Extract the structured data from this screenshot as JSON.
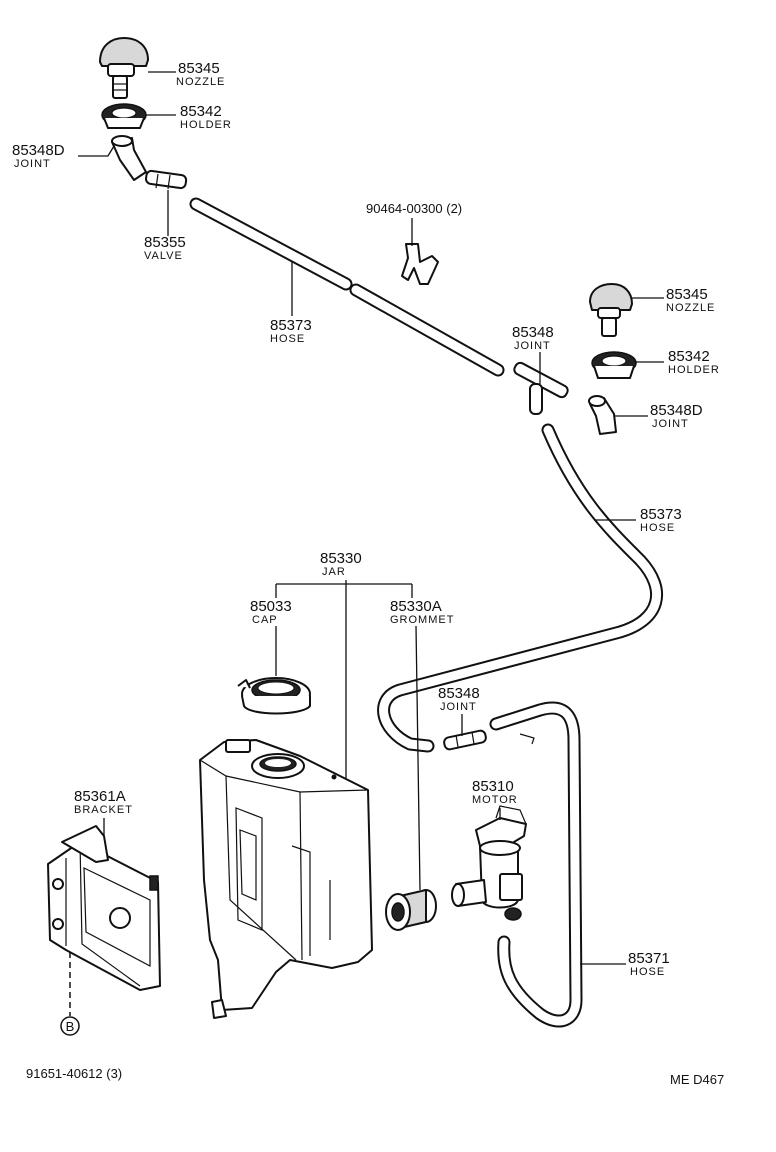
{
  "labels": {
    "nozzle_left": {
      "pn": "85345",
      "name": "NOZZLE"
    },
    "holder_left": {
      "pn": "85342",
      "name": "HOLDER"
    },
    "joint_left": {
      "pn": "85348D",
      "name": "JOINT"
    },
    "valve": {
      "pn": "85355",
      "name": "VALVE"
    },
    "hose_upper": {
      "pn": "85373",
      "name": "HOSE"
    },
    "clip": {
      "pn": "90464-00300 (2)"
    },
    "nozzle_right": {
      "pn": "85345",
      "name": "NOZZLE"
    },
    "holder_right": {
      "pn": "85342",
      "name": "HOLDER"
    },
    "joint_t": {
      "pn": "85348",
      "name": "JOINT"
    },
    "joint_right": {
      "pn": "85348D",
      "name": "JOINT"
    },
    "hose_right": {
      "pn": "85373",
      "name": "HOSE"
    },
    "jar": {
      "pn": "85330",
      "name": "JAR"
    },
    "cap": {
      "pn": "85033",
      "name": "CAP"
    },
    "grommet": {
      "pn": "85330A",
      "name": "GROMMET"
    },
    "joint_lower": {
      "pn": "85348",
      "name": "JOINT"
    },
    "motor": {
      "pn": "85310",
      "name": "MOTOR"
    },
    "bracket": {
      "pn": "85361A",
      "name": "BRACKET"
    },
    "hose_lower": {
      "pn": "85371",
      "name": "HOSE"
    },
    "bolt": {
      "pn": "91651-40612 (3)",
      "symbol": "B"
    }
  },
  "diagram_code": "ME  D467"
}
